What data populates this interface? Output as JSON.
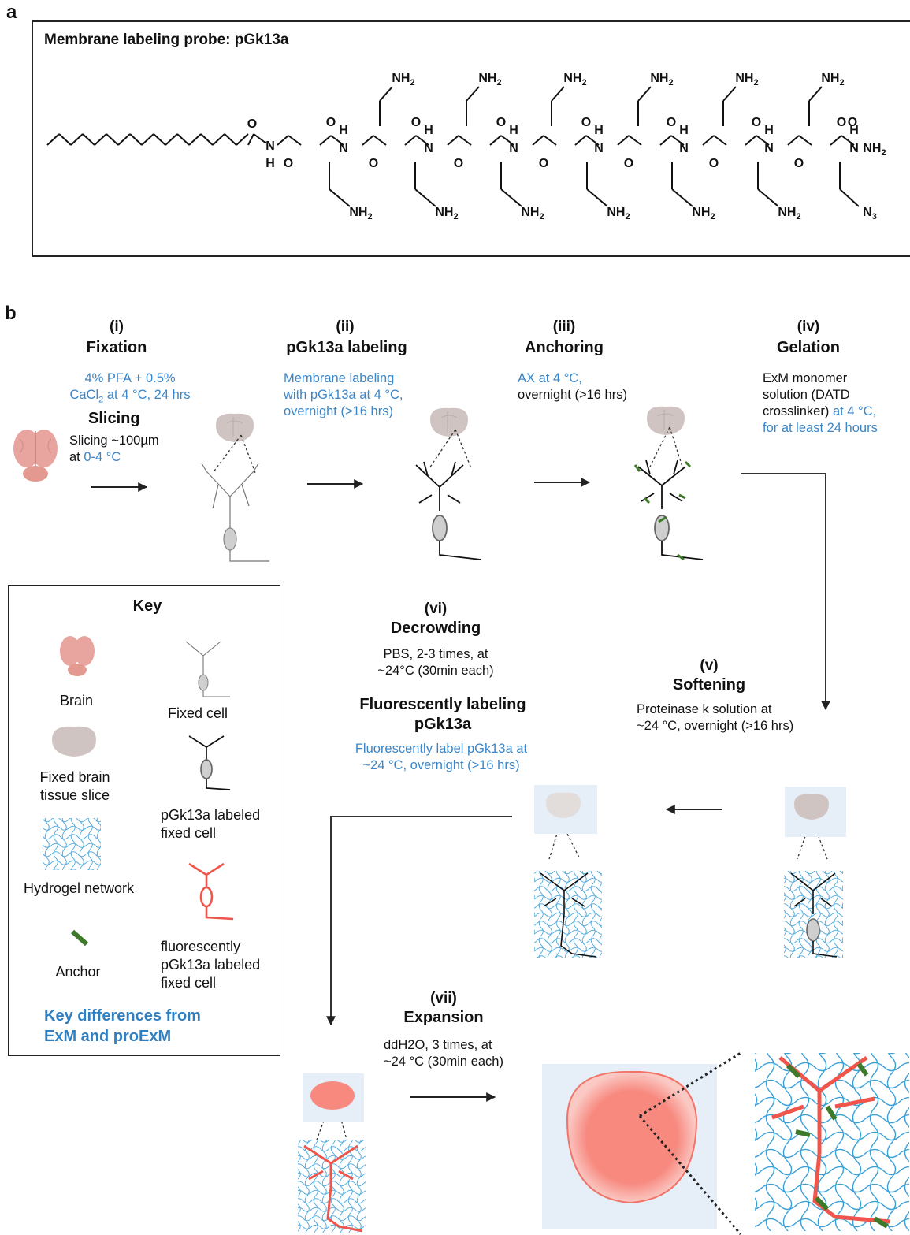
{
  "panel_a": {
    "letter": "a",
    "title": "Membrane labeling probe: pGk13a",
    "chem_labels": {
      "o": "O",
      "h": "H",
      "n": "N",
      "nh": "N",
      "hh": "H",
      "nh2": "NH",
      "sub2": "2",
      "n3": "N",
      "sub3": "3"
    }
  },
  "panel_b": {
    "letter": "b",
    "steps": [
      {
        "num": "(i)",
        "title": "Fixation",
        "desc_line1": "4% PFA + 0.5%",
        "desc_line2_pre": "CaCl",
        "desc_line2_sub": "2",
        "desc_line2_post": " at 4 °C, 24 hrs"
      },
      {
        "num": "(ii)",
        "title": "pGk13a labeling",
        "desc": [
          "Membrane labeling",
          "with pGk13a at 4 °C,",
          "overnight (>16 hrs)"
        ]
      },
      {
        "num": "(iii)",
        "title": "Anchoring",
        "desc_blue": "AX at 4 °C,",
        "desc_black": "overnight (>16 hrs)"
      },
      {
        "num": "(iv)",
        "title": "Gelation",
        "desc_black": [
          "ExM monomer",
          "solution (DATD",
          "crosslinker)"
        ],
        "desc_blue_inline": "at 4 °C,",
        "desc_blue": "for at least 24 hours"
      },
      {
        "num": "(v)",
        "title": "Softening",
        "desc": [
          "Proteinase k solution at",
          "~24 °C, overnight (>16 hrs)"
        ]
      },
      {
        "num": "(vi)",
        "title": "Decrowding",
        "desc": [
          "PBS, 2-3 times, at",
          "~24°C (30min each)"
        ]
      },
      {
        "num": "(vii)",
        "title": "Expansion",
        "desc": [
          "ddH2O, 3 times, at",
          "~24 °C (30min each)"
        ]
      }
    ],
    "slicing": {
      "title": "Slicing",
      "line1": "Slicing ~100µm",
      "line2_pre": "at ",
      "line2_blue": "0-4 °C"
    },
    "fluor": {
      "title_line1": "Fluorescently labeling",
      "title_line2": "pGk13a",
      "desc": [
        "Fluorescently label pGk13a at",
        "~24 °C, overnight (>16 hrs)"
      ]
    }
  },
  "key": {
    "title": "Key",
    "items": {
      "brain": "Brain",
      "fixed_cell": "Fixed cell",
      "slice_line1": "Fixed brain",
      "slice_line2": "tissue slice",
      "labeled_line1": "pGk13a labeled",
      "labeled_line2": "fixed cell",
      "hydrogel": "Hydrogel network",
      "fluor_line1": "fluorescently",
      "fluor_line2": "pGk13a labeled",
      "fluor_line3": "fixed cell",
      "anchor": "Anchor"
    },
    "diff_line1": "Key differences from",
    "diff_line2": "ExM and proExM"
  },
  "colors": {
    "blue_text": "#3a86c8",
    "brain_pink": "#e8a5a0",
    "slice_grey": "#cfc4c1",
    "anchor_green": "#3f7a2a",
    "hydrogel_blue": "#5aaede",
    "fluor_red": "#f0554c",
    "bg_panel_blue": "#e6eef8"
  }
}
